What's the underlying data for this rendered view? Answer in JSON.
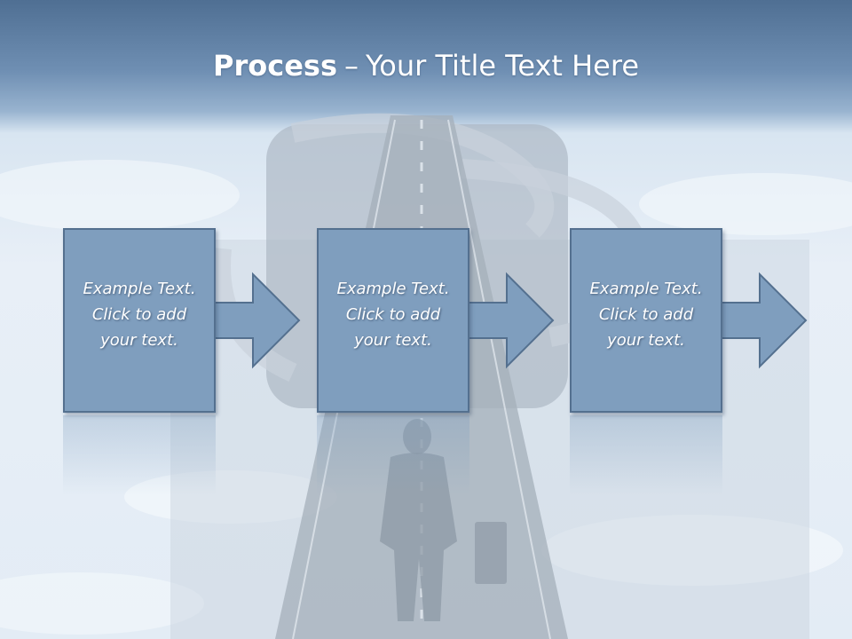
{
  "slide": {
    "title_bold": "Process",
    "title_separator": "–",
    "title_rest": "Your Title Text Here"
  },
  "steps": [
    {
      "line1": "Example Text.",
      "line2": "Click  to add",
      "line3": "your text."
    },
    {
      "line1": "Example Text.",
      "line2": "Click  to add",
      "line3": "your text."
    },
    {
      "line1": "Example Text.",
      "line2": "Click  to add",
      "line3": "your text."
    }
  ],
  "colors": {
    "header": "#5a7aa0",
    "box_fill": "#7f9ebe",
    "box_border": "#54708f",
    "text": "#ffffff"
  }
}
